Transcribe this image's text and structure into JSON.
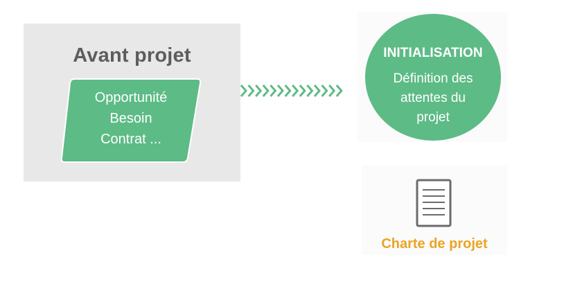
{
  "avant_projet": {
    "title": "Avant projet",
    "items": [
      "Opportunité",
      "Besoin",
      "Contrat ..."
    ]
  },
  "initialisation": {
    "title": "INITIALISATION",
    "lines": [
      "Définition des",
      "attentes du",
      "projet"
    ]
  },
  "charte": {
    "label": "Charte de projet",
    "icon": "document-icon"
  },
  "colors": {
    "green": "#5dbb86",
    "panel_gray": "#e8e8e8",
    "title_gray": "#5d5d5d",
    "orange": "#eba424",
    "icon_gray": "#6b6b6b"
  }
}
